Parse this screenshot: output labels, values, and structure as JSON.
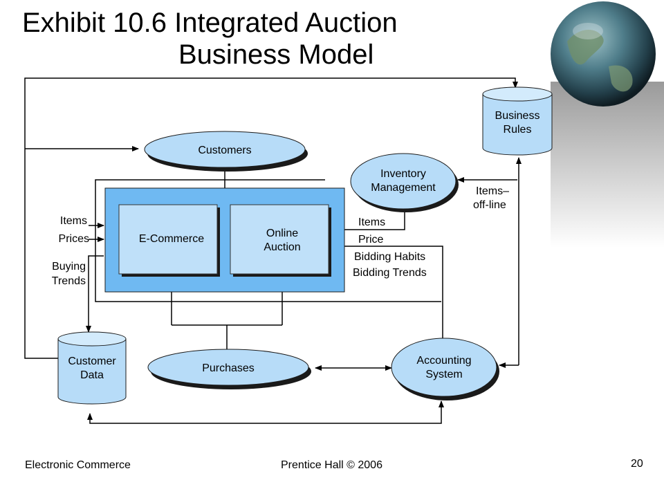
{
  "title": {
    "line1": "Exhibit 10.6 Integrated Auction",
    "line2": "Business Model"
  },
  "nodes": {
    "customers": "Customers",
    "inventory": [
      "Inventory",
      "Management"
    ],
    "business_rules": [
      "Business",
      "Rules"
    ],
    "ecommerce": "E-Commerce",
    "online_auction": [
      "Online",
      "Auction"
    ],
    "customer_data": [
      "Customer",
      "Data"
    ],
    "purchases": "Purchases",
    "accounting": [
      "Accounting",
      "System"
    ]
  },
  "labels": {
    "items_left": "Items",
    "prices_left": "Prices",
    "buying_trends": [
      "Buying",
      "Trends"
    ],
    "items_right": "Items",
    "price_right": "Price",
    "bidding_habits": "Bidding Habits",
    "bidding_trends": "Bidding Trends",
    "items_offline": [
      "Items–",
      "off-line"
    ]
  },
  "footer": {
    "left": "Electronic Commerce",
    "center": "Prentice Hall © 2006",
    "page": "20"
  },
  "colors": {
    "node_fill": "#b7dcf8",
    "node_shadow": "#1a1a1a",
    "panel_fill": "#6fb9f2",
    "box_fill": "#bfe0f9"
  }
}
